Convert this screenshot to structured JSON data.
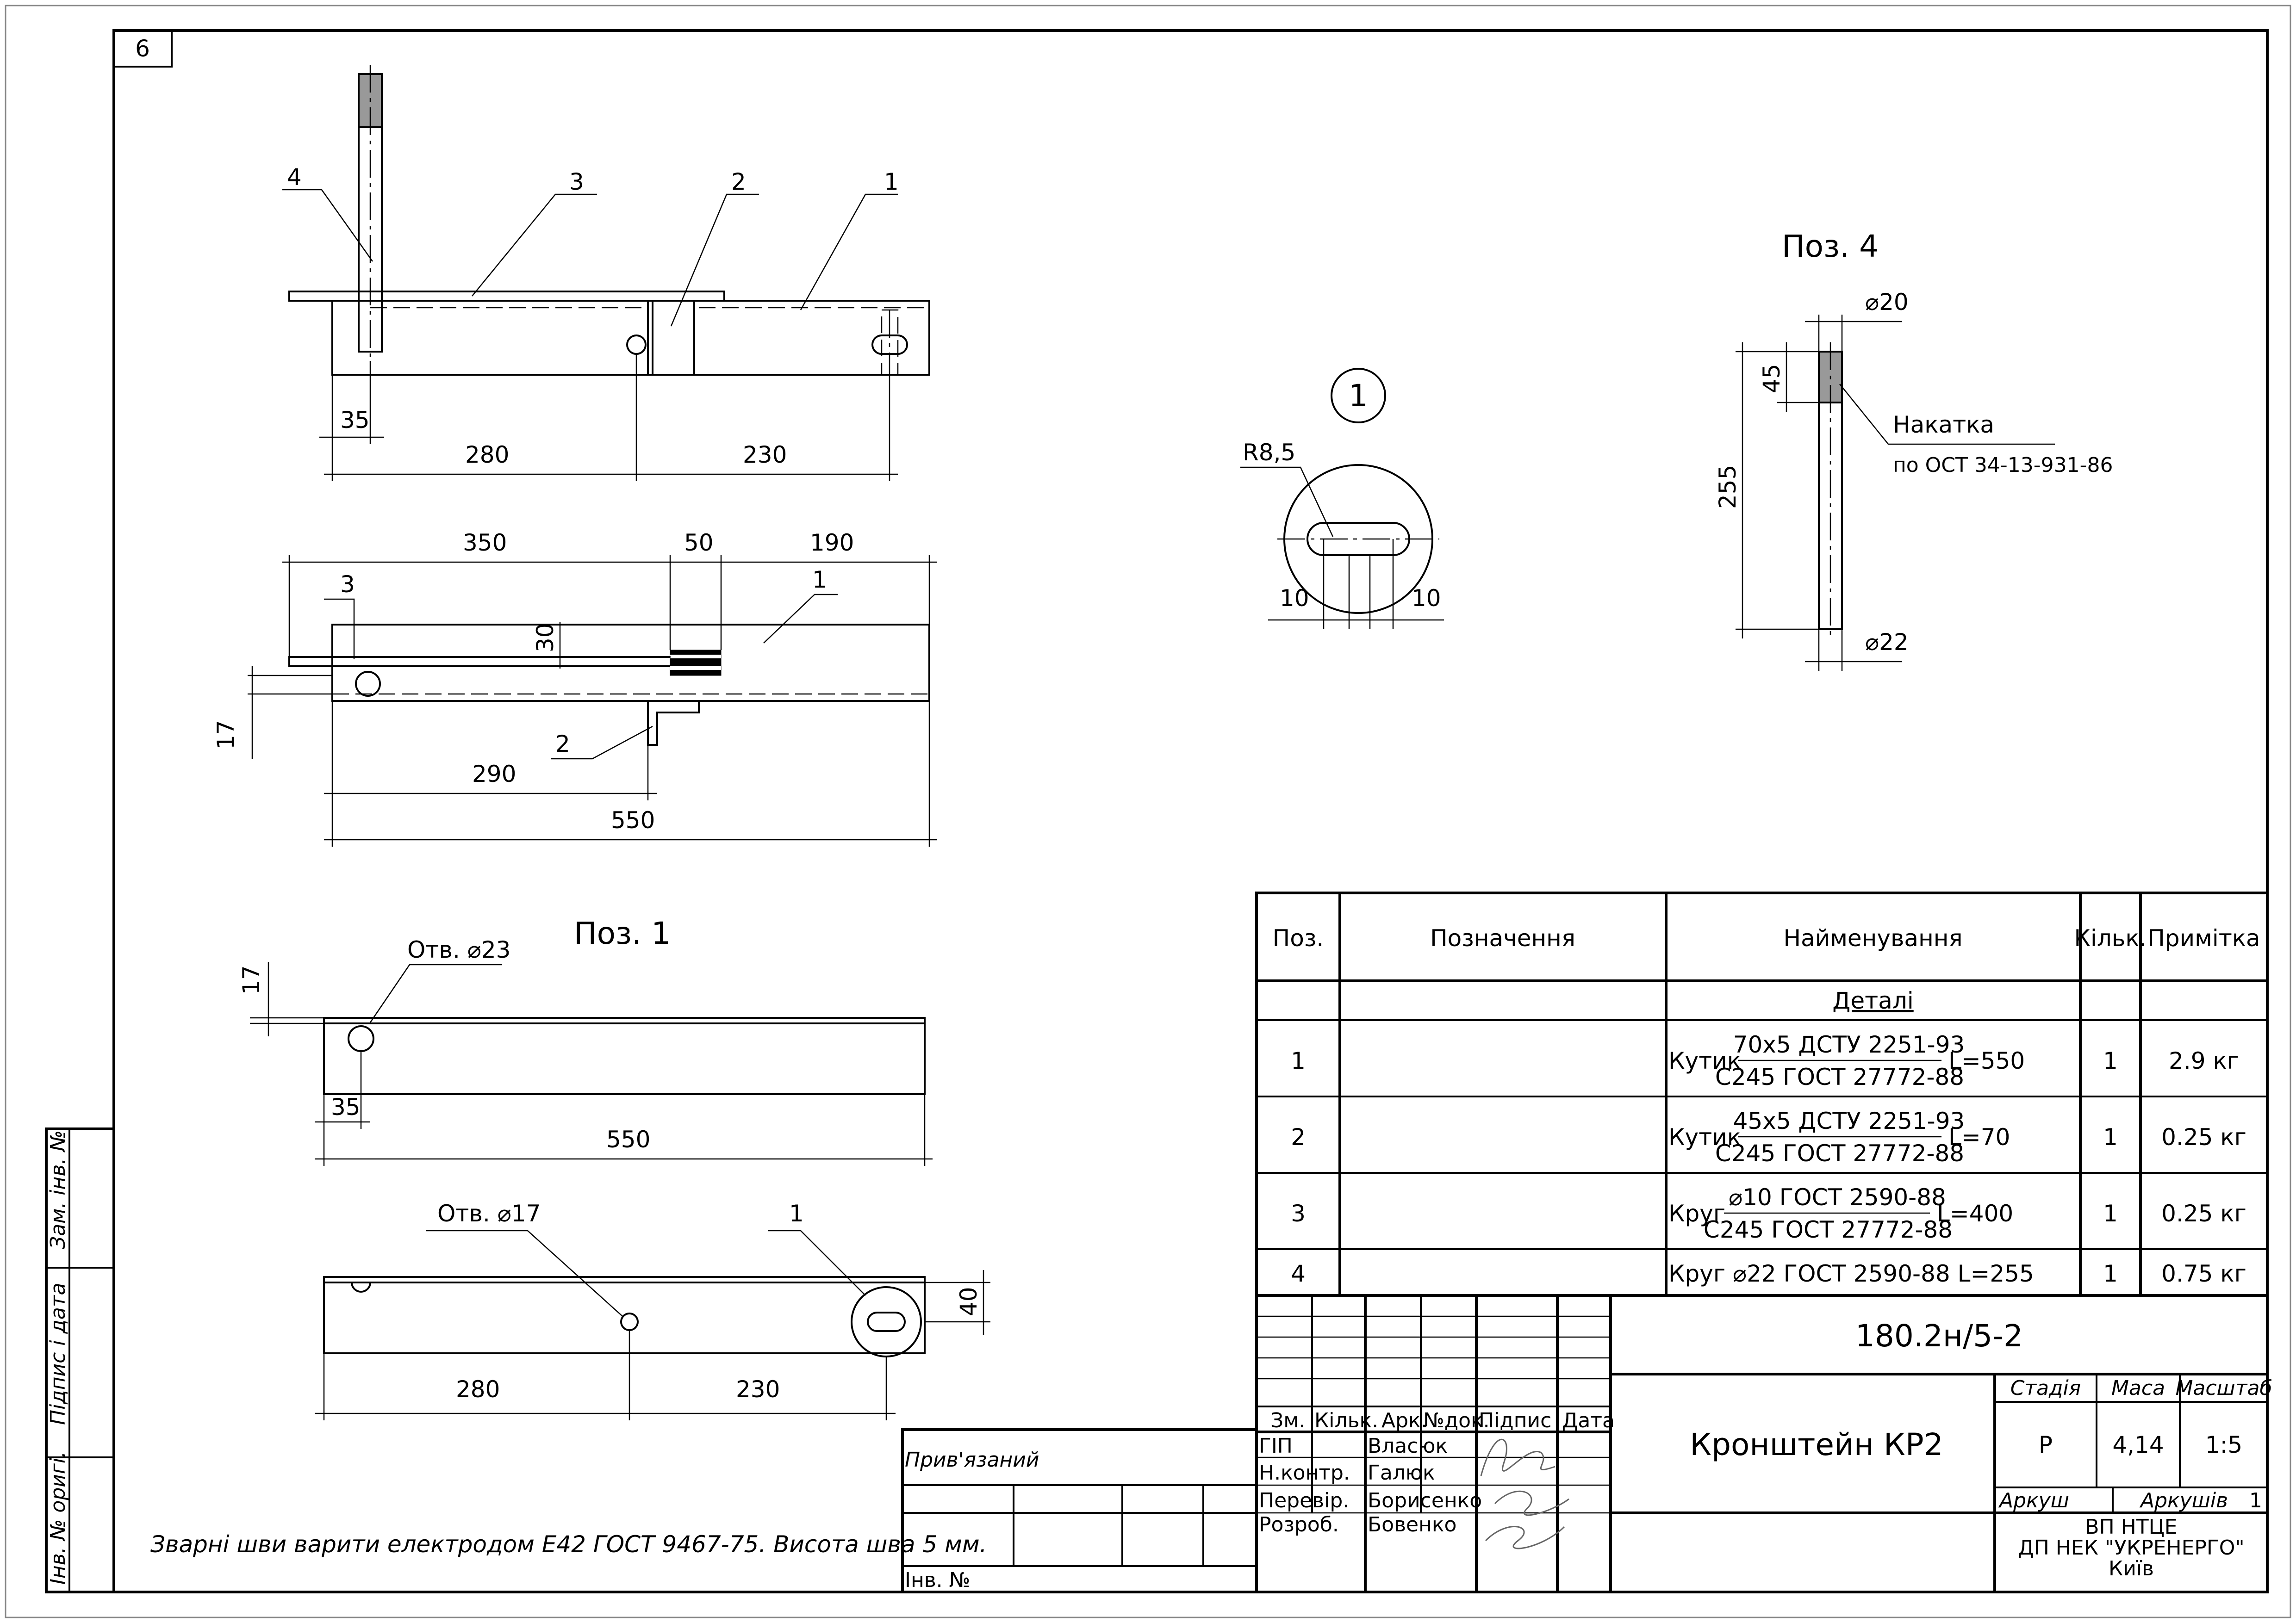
{
  "sheet_number": "6",
  "side_stamp": {
    "zam_inv": "Зам. інв. №",
    "pidpys_data": "Підпис і дата",
    "inv_orig": "Інв. № оригі."
  },
  "views": {
    "top_view": {
      "callouts": [
        "4",
        "3",
        "2",
        "1"
      ],
      "dims": [
        "35",
        "280",
        "230"
      ]
    },
    "front_view": {
      "callouts": [
        "3",
        "1",
        "2"
      ],
      "dims": [
        "350",
        "50",
        "190",
        "30",
        "17",
        "290",
        "550"
      ]
    },
    "pos1": {
      "title": "Поз. 1",
      "hole_note": "Отв. ⌀23",
      "dims": [
        "17",
        "35",
        "550"
      ]
    },
    "pos1_bottom": {
      "hole_note": "Отв. ⌀17",
      "callout": "1",
      "dims": [
        "40",
        "280",
        "230"
      ]
    },
    "detail1": {
      "label": "1",
      "radius": "R8,5",
      "dims": [
        "10",
        "10"
      ]
    },
    "pos4": {
      "title": "Поз. 4",
      "dia_top": "⌀20",
      "dia_bottom": "⌀22",
      "len_knurl": "45",
      "len_total": "255",
      "knurl_note": "Накатка",
      "knurl_std": "по ОСТ 34-13-931-86"
    }
  },
  "weld_note": "Зварні шви варити електродом Е42 ГОСТ 9467-75. Висота шва 5 мм.",
  "spec": {
    "headers": [
      "Поз.",
      "Позначення",
      "Найменування",
      "Кільк.",
      "Примітка"
    ],
    "section": "Деталі",
    "rows": [
      {
        "pos": "1",
        "prefix": "Кутик",
        "num": "70х5 ДСТУ 2251-93",
        "den": "С245 ГОСТ 27772-88",
        "suffix": "L=550",
        "qty": "1",
        "note": "2.9 кг"
      },
      {
        "pos": "2",
        "prefix": "Кутик",
        "num": "45х5 ДСТУ 2251-93",
        "den": "С245 ГОСТ 27772-88",
        "suffix": "L=70",
        "qty": "1",
        "note": "0.25 кг"
      },
      {
        "pos": "3",
        "prefix": "Круг",
        "num": "⌀10 ГОСТ 2590-88",
        "den": "С245 ГОСТ 27772-88",
        "suffix": "L=400",
        "qty": "1",
        "note": "0.25 кг"
      },
      {
        "pos": "4",
        "name": "Круг ⌀22 ГОСТ 2590-88 L=255",
        "qty": "1",
        "note": "0.75 кг"
      }
    ]
  },
  "title_block": {
    "doc_code": "180.2н/5-2",
    "col_headers": [
      "Зм.",
      "Кільк.",
      "Арк.",
      "№док.",
      "Підпис",
      "Дата"
    ],
    "roles": [
      {
        "role": "ГІП",
        "name": "Власюк"
      },
      {
        "role": "Н.контр.",
        "name": "Галюк"
      },
      {
        "role": "Перевір.",
        "name": "Борисенко"
      },
      {
        "role": "Розроб.",
        "name": "Бовенко"
      }
    ],
    "title": "Кронштейн КР2",
    "stage_label": "Стадія",
    "mass_label": "Маса",
    "scale_label": "Масштаб",
    "stage": "Р",
    "mass": "4,14",
    "scale": "1:5",
    "sheet_label": "Аркуш",
    "sheets_label": "Аркушів",
    "sheets": "1",
    "org_line1": "ВП НТЦЕ",
    "org_line2": "ДП НЕК \"УКРЕНЕРГО\"",
    "org_line3": "Київ",
    "privyazaniy": "Прив'язаний",
    "inv_no": "Інв. №"
  }
}
